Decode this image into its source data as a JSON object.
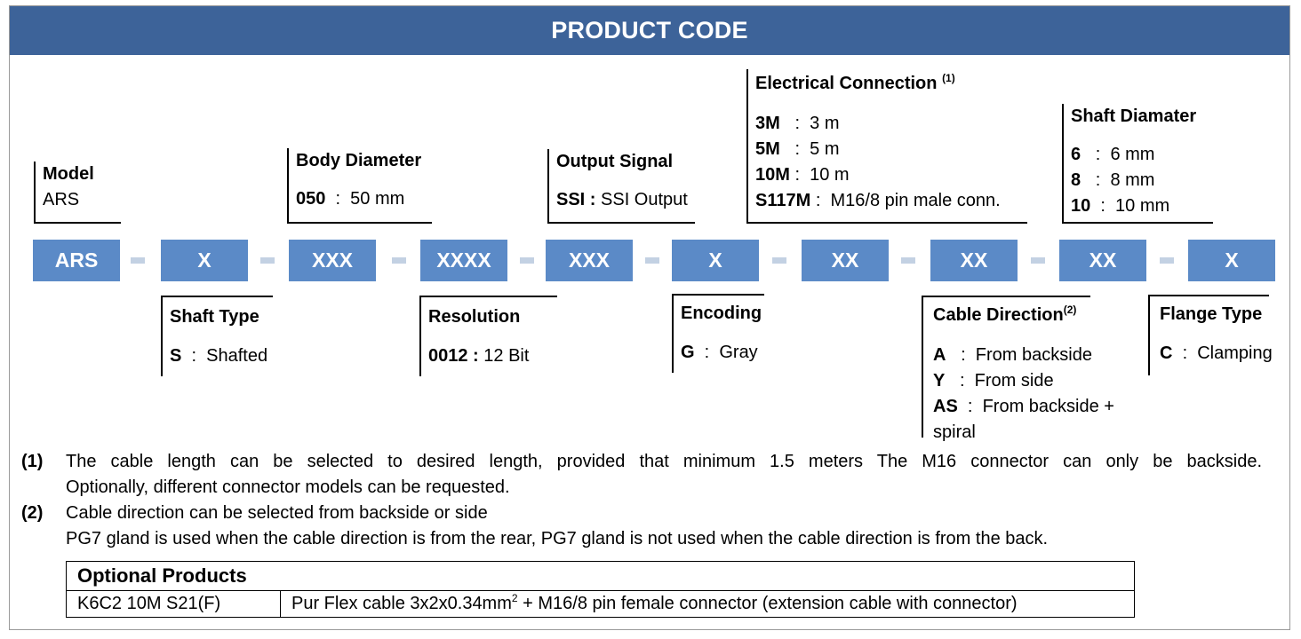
{
  "header": {
    "title": "PRODUCT CODE"
  },
  "code_boxes": [
    "ARS",
    "X",
    "XXX",
    "XXXX",
    "XXX",
    "X",
    "XX",
    "XX",
    "XX",
    "X"
  ],
  "model": {
    "title": "Model",
    "value": "ARS"
  },
  "body_diameter": {
    "title": "Body Diameter",
    "items": [
      {
        "key": "050",
        "text": "  :  50 mm"
      }
    ]
  },
  "output_signal": {
    "title": "Output Signal",
    "items": [
      {
        "key": "SSI :",
        "text": " SSI Output"
      }
    ]
  },
  "electrical_connection": {
    "title": "Electrical Connection",
    "sup": "(1)",
    "items": [
      {
        "key": "3M",
        "text": "   :  3 m"
      },
      {
        "key": "5M",
        "text": "   :  5 m"
      },
      {
        "key": "10M",
        "text": " :  10 m"
      },
      {
        "key": "S117M",
        "text": " :  M16/8 pin male conn."
      }
    ]
  },
  "shaft_diameter": {
    "title": "Shaft Diamater",
    "items": [
      {
        "key": "6",
        "text": "   :  6 mm"
      },
      {
        "key": "8",
        "text": "   :  8 mm"
      },
      {
        "key": "10",
        "text": "  :  10 mm"
      }
    ]
  },
  "shaft_type": {
    "title": "Shaft Type",
    "items": [
      {
        "key": "S",
        "text": "  :  Shafted"
      }
    ]
  },
  "resolution": {
    "title": "Resolution",
    "items": [
      {
        "key": "0012 :",
        "text": " 12 Bit"
      }
    ]
  },
  "encoding": {
    "title": "Encoding",
    "items": [
      {
        "key": "G",
        "text": "  :  Gray"
      }
    ]
  },
  "cable_direction": {
    "title": "Cable Direction",
    "sup": "(2)",
    "items": [
      {
        "key": "A",
        "text": "   :  From backside"
      },
      {
        "key": "Y",
        "text": "   :  From side"
      },
      {
        "key": "AS",
        "text": "  :  From backside +"
      }
    ],
    "continuation": "spiral"
  },
  "flange_type": {
    "title": "Flange Type",
    "items": [
      {
        "key": "C",
        "text": "  :  Clamping"
      }
    ]
  },
  "notes": [
    {
      "num": "(1)",
      "lines": [
        "The cable length can be selected to desired length, provided that minimum 1.5 meters The M16 connector can only be backside.",
        "Optionally, different connector models can be requested."
      ]
    },
    {
      "num": "(2)",
      "lines": [
        "Cable direction can be selected from backside or side",
        "PG7 gland is used when the cable direction is from the rear, PG7 gland is not used when the cable direction is from the back."
      ]
    }
  ],
  "optional_products": {
    "title": "Optional Products",
    "code": "K6C2 10M S21(F)",
    "desc_before": "Pur Flex cable 3x2x0.34mm",
    "desc_sup": "2",
    "desc_after": " + M16/8 pin female connector (extension cable with connector)"
  },
  "colors": {
    "header_bg": "#3d6399",
    "box_bg": "#5b8ac7",
    "dash": "#c3d1e3"
  }
}
